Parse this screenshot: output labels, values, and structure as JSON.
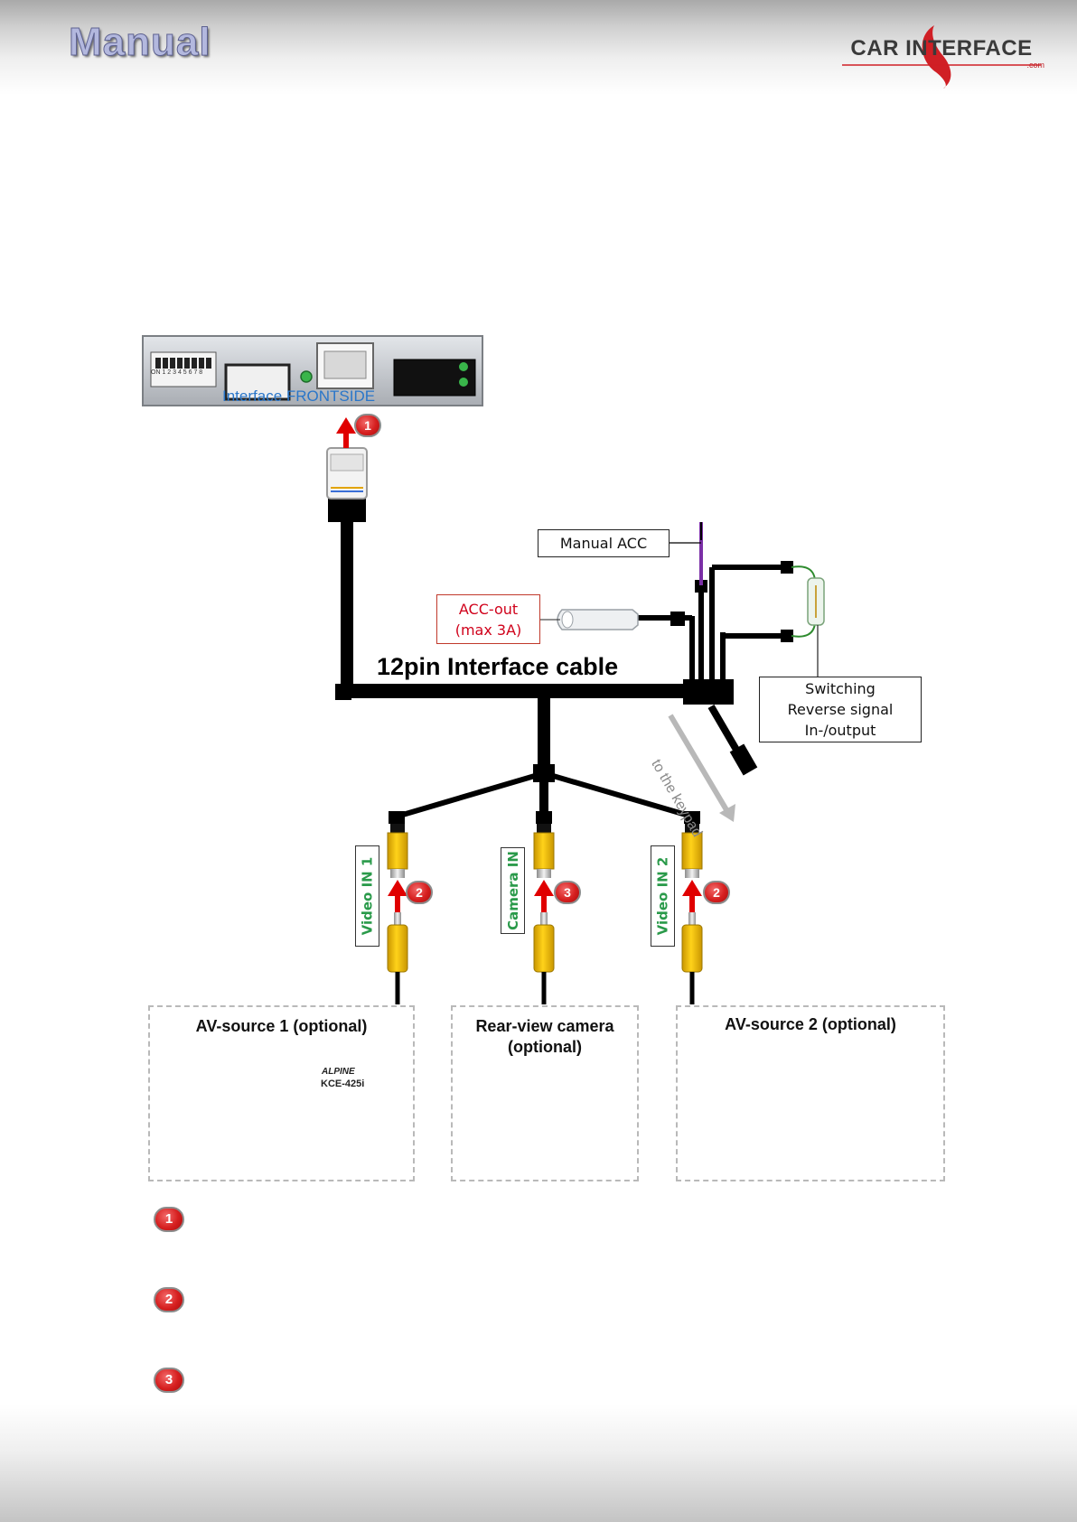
{
  "header": {
    "title": "Manual",
    "logo_text": "CAR INTERFACE",
    "logo_sub": ".com"
  },
  "diagram": {
    "frontside_label": "Interface FRONTSIDE",
    "dip_switch_text": "ON 1 2 3 4 5 6 7 8",
    "cable_label": "12pin Interface cable",
    "manual_acc": "Manual ACC",
    "acc_out": [
      "ACC-out",
      "(max 3A)"
    ],
    "switching": [
      "Switching",
      "Reverse signal",
      "In-/output"
    ],
    "keypad": "to the keypad",
    "markers": {
      "one": "1",
      "two": "2",
      "three": "3"
    },
    "inputs": [
      {
        "label": "Video IN 1",
        "marker": "2"
      },
      {
        "label": "Camera IN",
        "marker": "3"
      },
      {
        "label": "Video IN 2",
        "marker": "2"
      }
    ],
    "sources": [
      {
        "title": "AV-source 1 (optional)",
        "device_text": "KCE-425i",
        "brand_text": "ALPINE"
      },
      {
        "title": "Rear-view camera (optional)",
        "title_lines": [
          "Rear-view camera",
          "(optional)"
        ]
      },
      {
        "title": "AV-source 2 (optional)"
      }
    ]
  },
  "legend": [
    {
      "number": "1"
    },
    {
      "number": "2"
    },
    {
      "number": "3"
    }
  ],
  "colors": {
    "cable": "#000000",
    "rca_yellow": "#f2c400",
    "arrow_red": "#e00000",
    "label_green": "#2a9a4a",
    "acc_red": "#d0021b",
    "acc_wire": "#7b2fa6",
    "signal_wire": "#2e8b2e",
    "keypad_arrow": "#b8b8b8",
    "title_fill": "#b3b8de"
  }
}
